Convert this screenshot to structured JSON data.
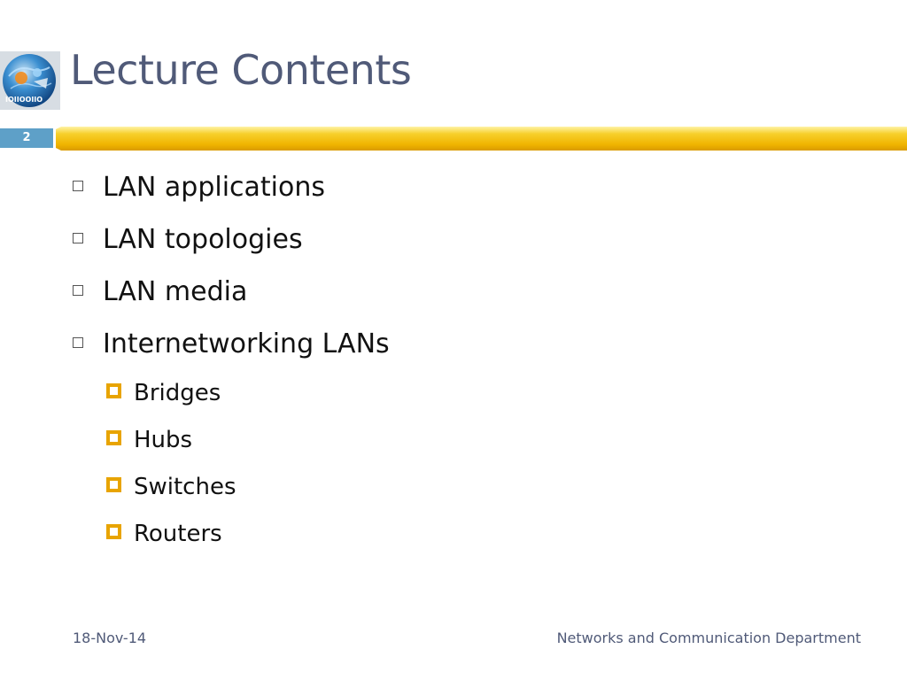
{
  "slide": {
    "title": "Lecture Contents",
    "number": "2",
    "colors": {
      "title_text": "#505a78",
      "accent_bar": "#f2b705",
      "slide_number_bg": "#5ea0c8",
      "sub_bullet": "#e8a400"
    },
    "logo": {
      "icon": "globe-logo-icon",
      "text": "IOIIOOIIO"
    },
    "bullets": [
      {
        "text": "LAN applications",
        "marker": "hollow-square-icon"
      },
      {
        "text": "LAN topologies",
        "marker": "hollow-square-icon"
      },
      {
        "text": "LAN media",
        "marker": "hollow-square-icon"
      },
      {
        "text": "Internetworking LANs",
        "marker": "hollow-square-icon",
        "sub": [
          {
            "text": "Bridges",
            "marker": "orange-square-icon"
          },
          {
            "text": "Hubs",
            "marker": "orange-square-icon"
          },
          {
            "text": "Switches",
            "marker": "orange-square-icon"
          },
          {
            "text": "Routers",
            "marker": "orange-square-icon"
          }
        ]
      }
    ],
    "footer": {
      "date": "18-Nov-14",
      "department": "Networks and Communication Department"
    }
  }
}
